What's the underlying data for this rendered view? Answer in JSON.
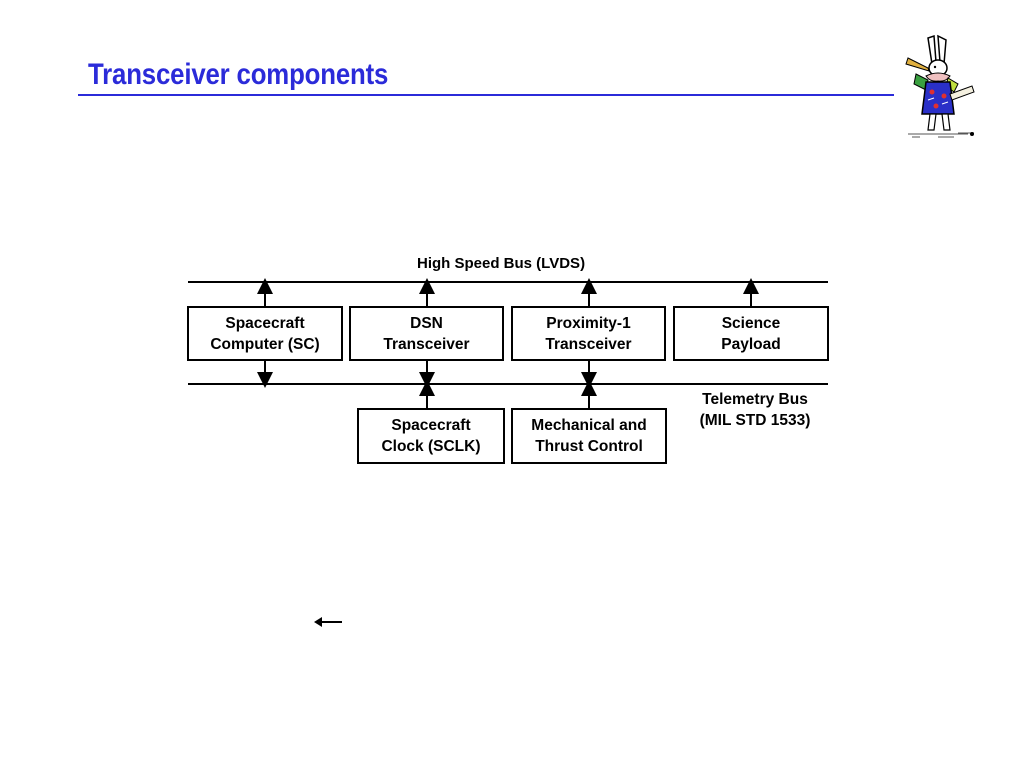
{
  "slide": {
    "title": "Transceiver components",
    "accent_color": "#2b2bd9"
  },
  "mascot": {
    "icon": "white-rabbit-herald-illustration"
  },
  "diagram": {
    "high_speed_bus_label": "High Speed Bus (LVDS)",
    "telemetry_bus_label": "Telemetry Bus\n(MIL STD 1533)",
    "top_row": [
      {
        "label": "Spacecraft\nComputer (SC)"
      },
      {
        "label": "DSN\nTransceiver"
      },
      {
        "label": "Proximity-1\nTransceiver"
      },
      {
        "label": "Science\nPayload"
      }
    ],
    "bottom_row": [
      {
        "label": "Spacecraft\nClock (SCLK)"
      },
      {
        "label": "Mechanical and\nThrust Control"
      }
    ]
  },
  "stray_arrow": {
    "icon": "left-arrow-icon"
  }
}
